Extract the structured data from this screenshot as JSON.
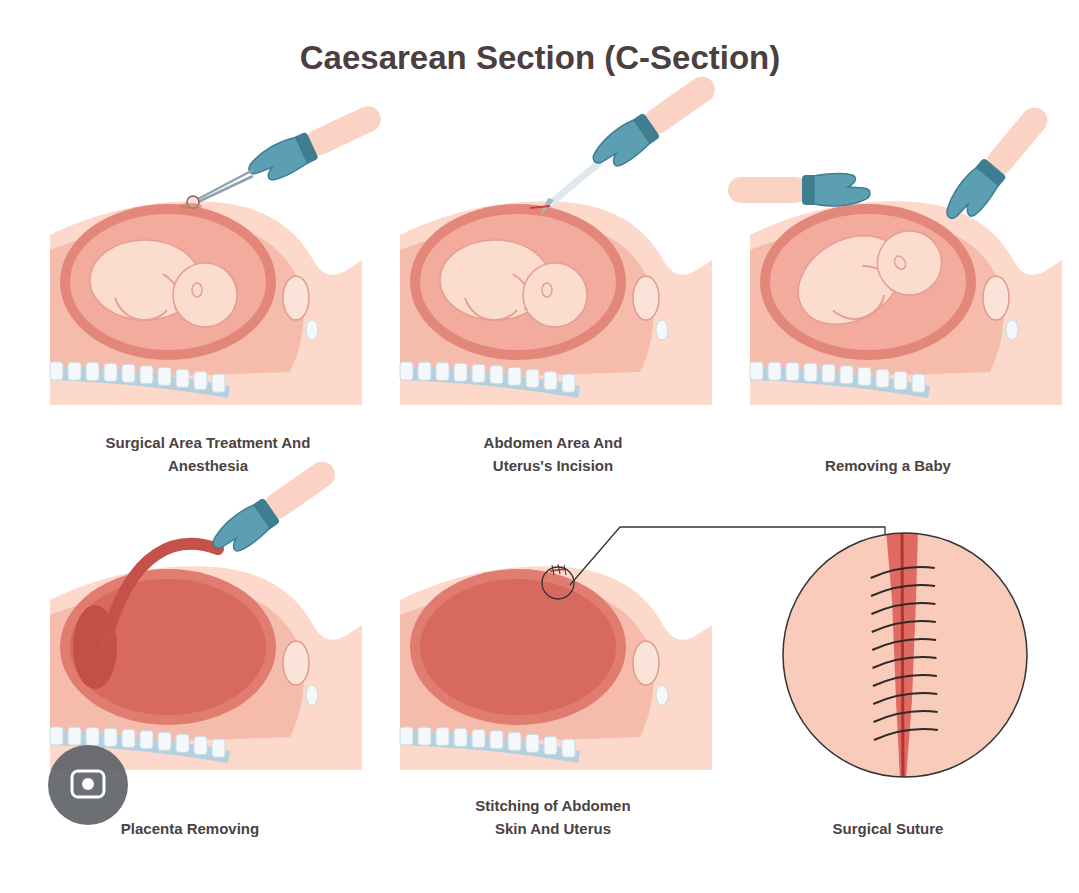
{
  "diagram": {
    "title": "Caesarean Section (C-Section)",
    "labels": [
      "Surgical Area Treatment And Anesthesia",
      "Abdomen Area And Uterus's Incision",
      "Removing a Baby",
      "Placenta Removing",
      "Stitching of Abdomen Skin And Uterus",
      "Surgical Suture"
    ]
  }
}
